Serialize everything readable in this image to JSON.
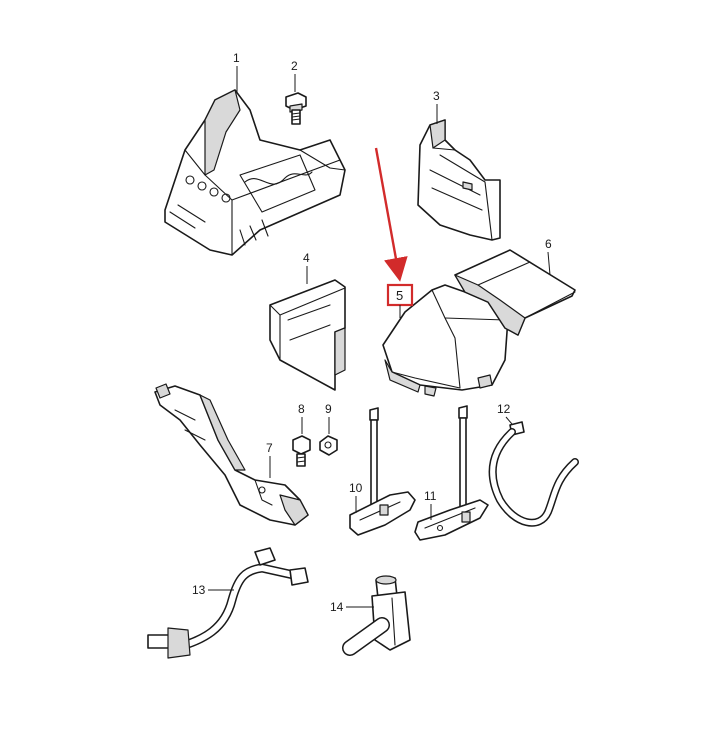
{
  "callouts": {
    "c1": "1",
    "c2": "2",
    "c3": "3",
    "c4": "4",
    "c5": "5",
    "c6": "6",
    "c7": "7",
    "c8": "8",
    "c9": "9",
    "c10": "10",
    "c11": "11",
    "c12": "12",
    "c13": "13",
    "c14": "14"
  },
  "highlight": {
    "part": "5",
    "color": "#d22b2b"
  },
  "colors": {
    "line": "#1a1a1a",
    "fill": "#ffffff",
    "shade": "#d9d9d9"
  }
}
